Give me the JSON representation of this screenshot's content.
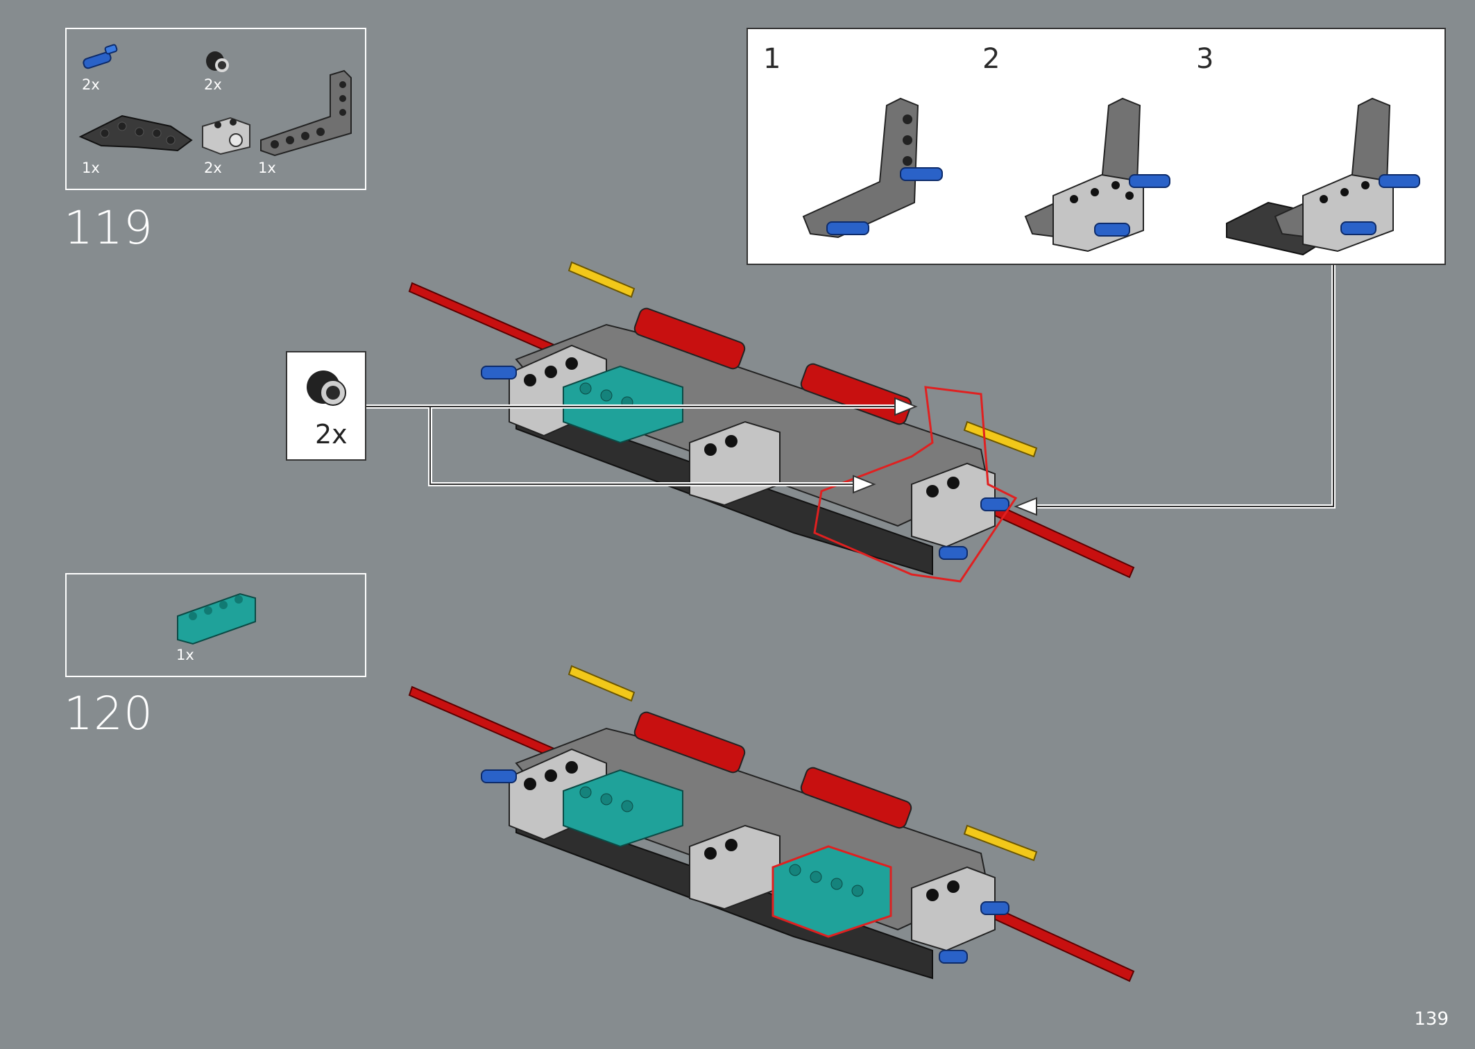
{
  "steps": [
    {
      "number": "119",
      "parts": [
        {
          "name": "blue-axle-pin",
          "qty": "2x",
          "color": "#2a62c8"
        },
        {
          "name": "black-bush",
          "qty": "2x",
          "color": "#222222"
        },
        {
          "name": "dark-grey-plate",
          "qty": "1x",
          "color": "#3a3a3a"
        },
        {
          "name": "light-grey-technic-brick",
          "qty": "2x",
          "color": "#bdbdbd"
        },
        {
          "name": "dark-grey-l-beam",
          "qty": "1x",
          "color": "#6f6f6f"
        }
      ],
      "callout_qty": "2x",
      "substeps": [
        "1",
        "2",
        "3"
      ]
    },
    {
      "number": "120",
      "parts": [
        {
          "name": "teal-brick-1x4",
          "qty": "1x",
          "color": "#1fa29a"
        }
      ]
    }
  ],
  "page_number": "139",
  "colors": {
    "background": "#868c8f",
    "frame": "#ffffff",
    "highlight": "#e02020",
    "axle_red": "#c81010",
    "axle_yellow": "#f2c81a",
    "teal": "#1fa29a"
  }
}
